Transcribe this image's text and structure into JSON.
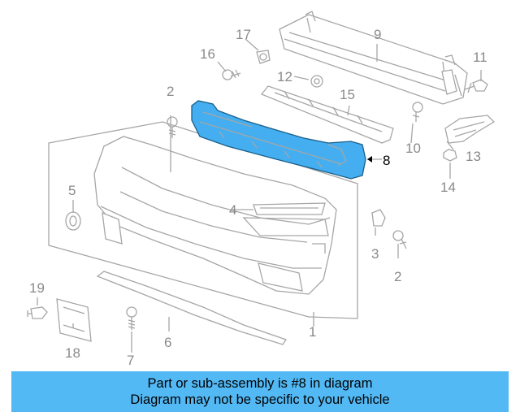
{
  "diagram": {
    "highlight_color": "#44aef0",
    "highlighted_part": "8",
    "callouts": [
      "1",
      "2",
      "2",
      "3",
      "4",
      "5",
      "6",
      "7",
      "8",
      "9",
      "10",
      "11",
      "12",
      "13",
      "14",
      "15",
      "16",
      "17",
      "18",
      "19"
    ]
  },
  "caption": {
    "background": "#52b9f5",
    "line1": "Part or sub-assembly is #8 in diagram",
    "line2": "Diagram may not be specific to your vehicle"
  }
}
